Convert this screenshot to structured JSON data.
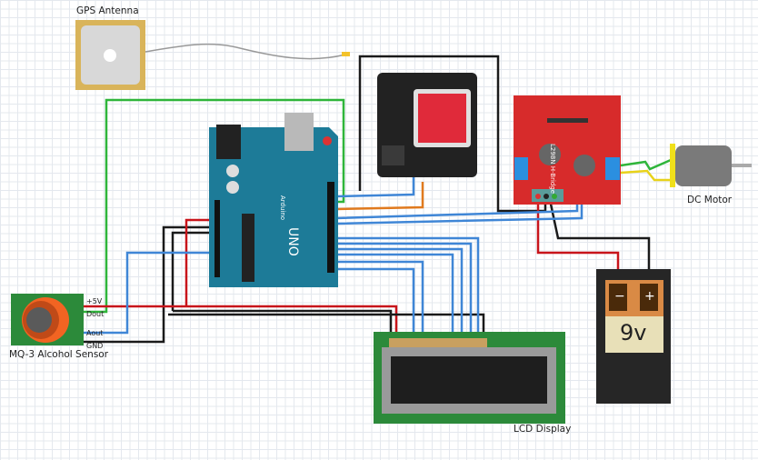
{
  "components": {
    "gps_antenna": {
      "label": "GPS Antenna"
    },
    "alcohol_sensor": {
      "label": "MQ-3 Alcohol Sensor",
      "pins": [
        "+5V",
        "Dout",
        "Aout",
        "GND"
      ]
    },
    "motor": {
      "label": "DC Motor"
    },
    "lcd": {
      "label": "LCD Display"
    },
    "battery": {
      "label": "9v",
      "minus": "−",
      "plus": "+"
    },
    "hbridge": {
      "label": "L298N H-Bridge"
    },
    "arduino": {
      "label": "UNO",
      "brand": "Arduino"
    }
  },
  "colors": {
    "wire_red": "#c8141a",
    "wire_black": "#1a1a1a",
    "wire_blue": "#3f86d6",
    "wire_green": "#2fb53a",
    "wire_orange": "#e07a1e",
    "arduino": "#1d7b98",
    "hbridge": "#d72b2b",
    "pcb_green": "#2c8a3a"
  }
}
